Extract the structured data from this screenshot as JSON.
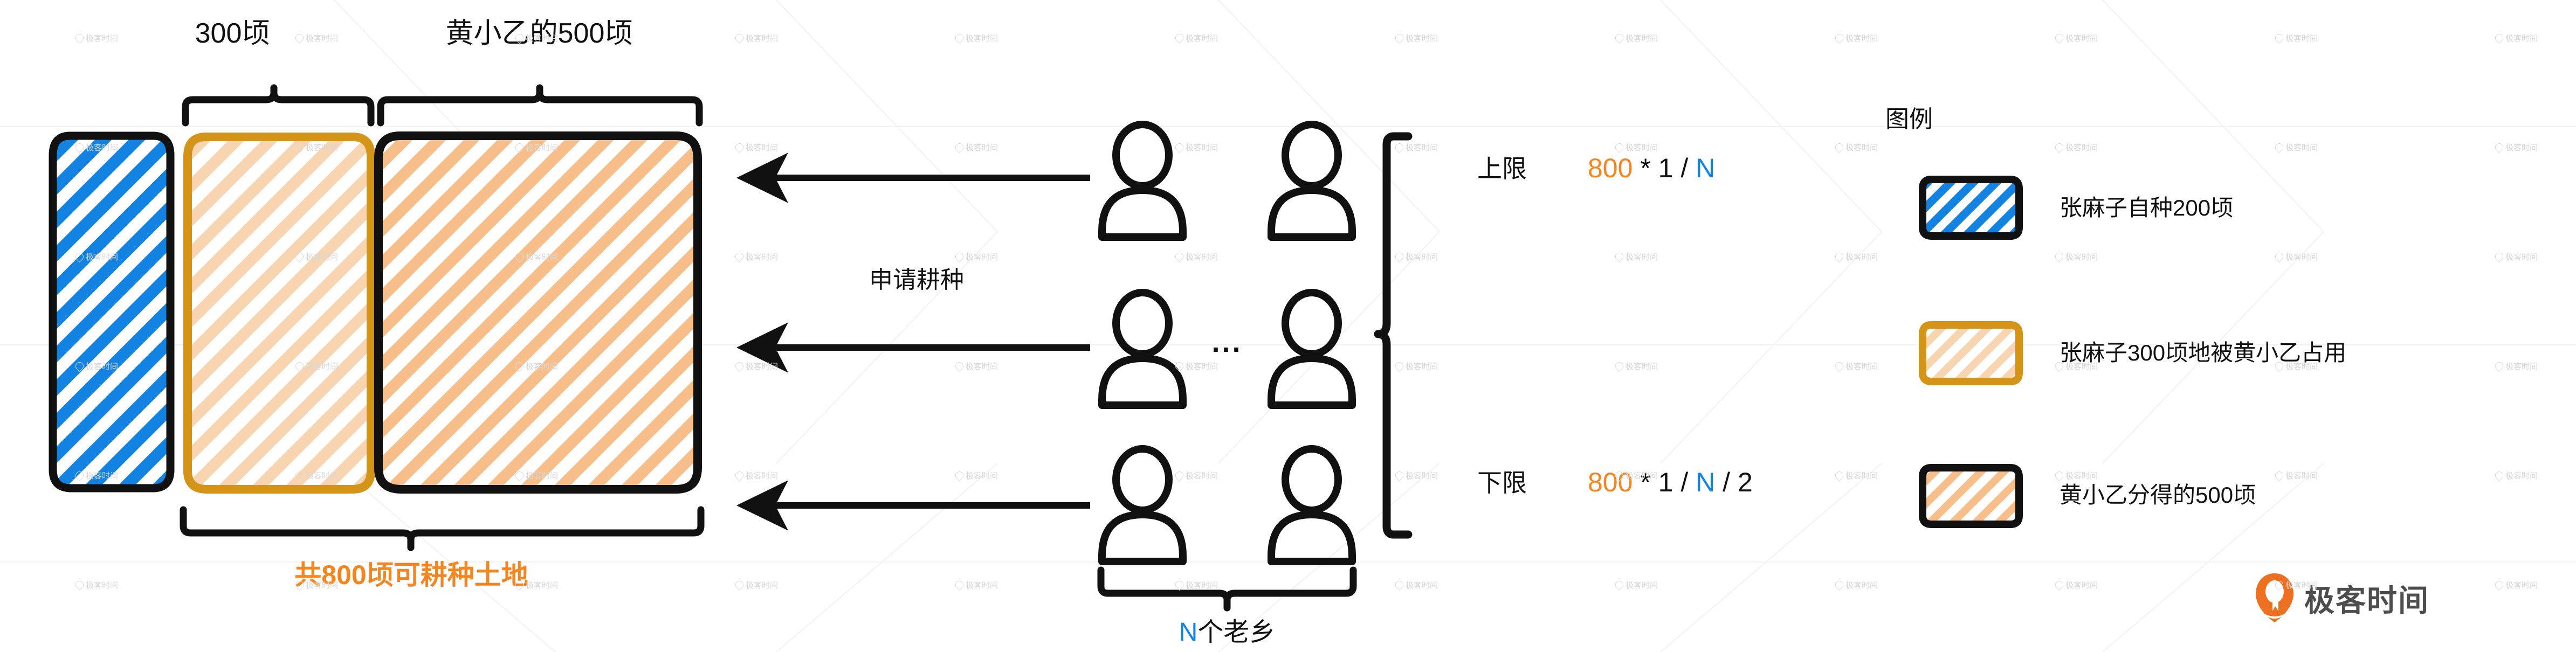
{
  "diagram": {
    "title_hidden": "",
    "top_brackets": [
      {
        "id": "b300",
        "label": "300顷"
      },
      {
        "id": "b500",
        "label": "黄小乙的500顷"
      }
    ],
    "bottom_bracket": {
      "label": "共800顷可耕种土地",
      "color": "#F5851F"
    },
    "land_blocks": [
      {
        "id": "zhang-self",
        "hatch_color": "#1283E3",
        "border_color": "#111111",
        "area": "200顷"
      },
      {
        "id": "zhang-taken",
        "hatch_color": "#F8D5B0",
        "border_color": "#D49418",
        "area": "300顷"
      },
      {
        "id": "huang-granted",
        "hatch_color": "#F7BE8A",
        "border_color": "#111111",
        "area": "500顷"
      }
    ],
    "arrows": [
      {
        "id": "arrow-top",
        "label": ""
      },
      {
        "id": "arrow-middle",
        "label": "申请耕种"
      },
      {
        "id": "arrow-bottom",
        "label": ""
      }
    ],
    "people": {
      "rows": 3,
      "ellipsis": "...",
      "bracket_label_prefix": "N",
      "bracket_label_suffix": "个老乡",
      "prefix_color": "#1283E3"
    },
    "limits": [
      {
        "id": "upper-limit",
        "label": "上限",
        "formula_parts": [
          {
            "text": "800",
            "color": "#F5851F"
          },
          {
            "text": " * 1 / ",
            "color": "#111111"
          },
          {
            "text": "N",
            "color": "#1283E3"
          }
        ]
      },
      {
        "id": "lower-limit",
        "label": "下限",
        "formula_parts": [
          {
            "text": "800",
            "color": "#F5851F"
          },
          {
            "text": " * 1 / ",
            "color": "#111111"
          },
          {
            "text": "N",
            "color": "#1283E3"
          },
          {
            "text": " / 2",
            "color": "#111111"
          }
        ]
      }
    ],
    "legend": {
      "title": "图例",
      "items": [
        {
          "id": "legend-zhang-self",
          "label": "张麻子自种200顷",
          "hatch_color": "#1283E3",
          "border_color": "#111111"
        },
        {
          "id": "legend-zhang-taken",
          "label": "张麻子300顷地被黄小乙占用",
          "hatch_color": "#F8D5B0",
          "border_color": "#D49418"
        },
        {
          "id": "legend-huang-granted",
          "label": "黄小乙分得的500顷",
          "hatch_color": "#F7BE8A",
          "border_color": "#111111"
        }
      ]
    },
    "brand": {
      "name": "极客时间",
      "color": "#ED7020"
    },
    "watermark": {
      "text": "极客时间"
    }
  },
  "colors": {
    "blue": "#1283E3",
    "orange_accent": "#F5851F",
    "orange_light": "#F7BE8A",
    "orange_pale": "#F8D5B0",
    "gold_border": "#D49418",
    "ink": "#111111",
    "background": "#FFFFFF"
  }
}
